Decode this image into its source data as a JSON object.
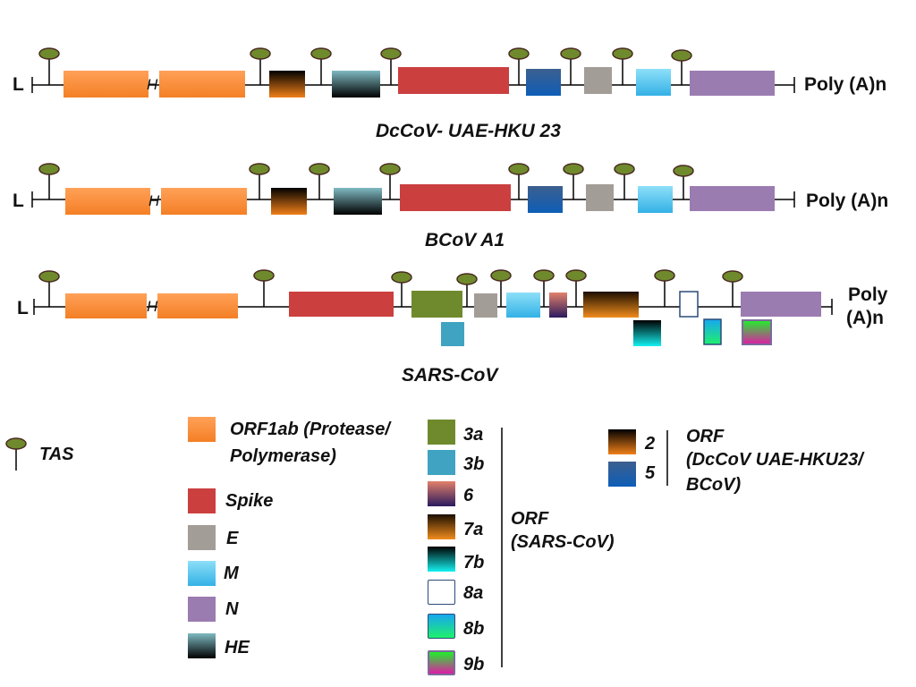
{
  "colors": {
    "orf1ab": [
      "#ffa158",
      "#f47f25"
    ],
    "spike": "#cc3f3f",
    "e": "#a39d97",
    "m": [
      "#8ddff8",
      "#33b1e6"
    ],
    "n": "#9b7cb1",
    "he": [
      "#7fbac2",
      "#000000"
    ],
    "orf2": [
      "#000000",
      "#f07f18"
    ],
    "orf5": [
      "#3c5f8f",
      "#0e5eb7"
    ],
    "orf3a": "#6f8a2d",
    "orf3b": "#3fa3c1",
    "orf6": [
      "#e2806a",
      "#2a1a5e"
    ],
    "orf7a": [
      "#1b0e00",
      "#f18c1c"
    ],
    "orf7b": [
      "#000000",
      "#14f0f0"
    ],
    "orf8a": "#ffffff",
    "orf8b": [
      "#17a7f0",
      "#1ef06c"
    ],
    "orf9b": [
      "#1ff02a",
      "#e01aa5"
    ],
    "tas": "#6f8a2d"
  },
  "tracks": [
    {
      "title": "DcCoV- UAE-HKU 23",
      "left_label": "L",
      "right_label": "Poly (A)n",
      "break_mark": "H"
    },
    {
      "title": "BCoV A1",
      "left_label": "L",
      "right_label": "Poly (A)n",
      "break_mark": "H"
    },
    {
      "title": "SARS-CoV",
      "left_label": "L",
      "right_label_line1": "Poly",
      "right_label_line2": "(A)n",
      "break_mark": "H"
    }
  ],
  "legend": {
    "tas": "TAS",
    "orf1ab_line1": "ORF1ab (Protease/",
    "orf1ab_line2": "Polymerase)",
    "spike": "Spike",
    "e": "E",
    "m": "M",
    "n": "N",
    "he": "HE",
    "sars_orfs": [
      "3a",
      "3b",
      "6",
      "7a",
      "7b",
      "8a",
      "8b",
      "9b"
    ],
    "sars_group_line1": "ORF",
    "sars_group_line2": "(SARS-CoV)",
    "bcov_orfs": [
      "2",
      "5"
    ],
    "bcov_group_line1": "ORF",
    "bcov_group_line2": "(DcCoV UAE-HKU23/",
    "bcov_group_line3": "BCoV)"
  }
}
